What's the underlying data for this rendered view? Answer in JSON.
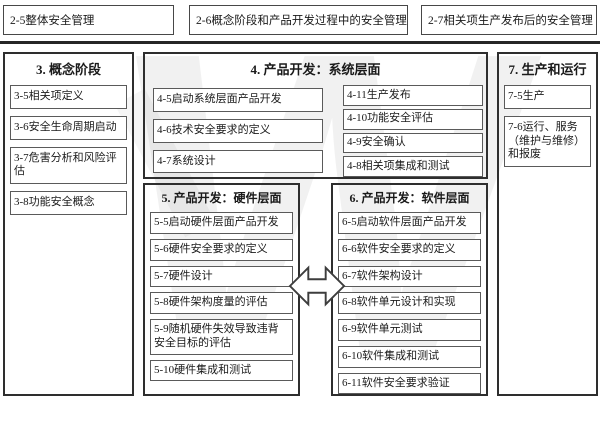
{
  "colors": {
    "background": "#ffffff",
    "section_border": "#2e2e2e",
    "item_border": "#5a5a5a",
    "text": "#1a1a1a",
    "watermark": "rgba(60,60,60,0.07)"
  },
  "watermark": {
    "letter": "W"
  },
  "top_boxes": [
    {
      "id": "2-5",
      "label": "2-5整体安全管理"
    },
    {
      "id": "2-6",
      "label": "2-6概念阶段和产品开发过程中的安全管理"
    },
    {
      "id": "2-7",
      "label": "2-7相关项生产发布后的安全管理"
    }
  ],
  "sections": {
    "concept": {
      "title": "3. 概念阶段",
      "items": [
        "3-5相关项定义",
        "3-6安全生命周期启动",
        "3-7危害分析和风险评估",
        "3-8功能安全概念"
      ]
    },
    "system": {
      "title": "4. 产品开发：系统层面",
      "items_left": [
        "4-5启动系统层面产品开发",
        "4-6技术安全要求的定义",
        "4-7系统设计"
      ],
      "items_right": [
        "4-11生产发布",
        "4-10功能安全评估",
        "4-9安全确认",
        "4-8相关项集成和测试"
      ]
    },
    "hardware": {
      "title": "5. 产品开发：硬件层面",
      "items": [
        "5-5启动硬件层面产品开发",
        "5-6硬件安全要求的定义",
        "5-7硬件设计",
        "5-8硬件架构度量的评估",
        "5-9随机硬件失效导致违背安全目标的评估",
        "5-10硬件集成和测试"
      ]
    },
    "software": {
      "title": "6. 产品开发：软件层面",
      "items": [
        "6-5启动软件层面产品开发",
        "6-6软件安全要求的定义",
        "6-7软件架构设计",
        "6-8软件单元设计和实现",
        "6-9软件单元测试",
        "6-10软件集成和测试",
        "6-11软件安全要求验证"
      ]
    },
    "production": {
      "title": "7. 生产和运行",
      "items": [
        "7-5生产",
        "7-6运行、服务（维护与维修）和报废"
      ]
    }
  },
  "icons": {
    "hw_sw_arrow": "bidirectional-arrow"
  }
}
